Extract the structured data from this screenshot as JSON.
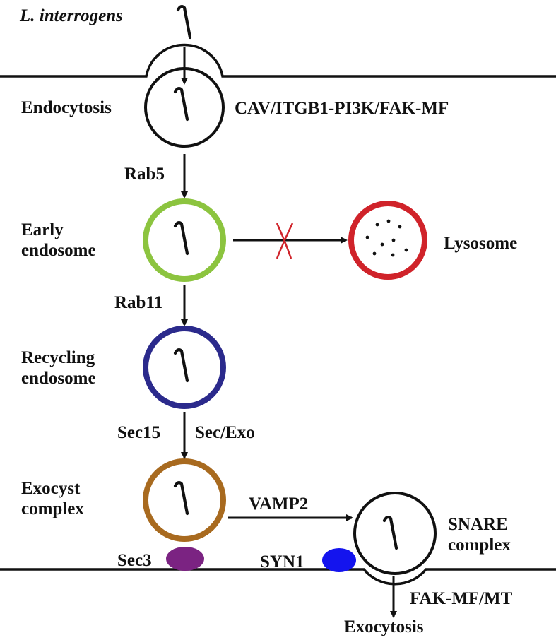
{
  "pathogen": "L. interrogens",
  "steps": {
    "endocytosis": "Endocytosis",
    "endocytosis_pathway": "CAV/ITGB1-PI3K/FAK-MF",
    "rab5": "Rab5",
    "early_endosome_line1": "Early",
    "early_endosome_line2": "endosome",
    "lysosome": "Lysosome",
    "rab11": "Rab11",
    "recycling_endosome_line1": "Recycling",
    "recycling_endosome_line2": "endosome",
    "sec15": "Sec15",
    "sec_exo": "Sec/Exo",
    "exocyst_line1": "Exocyst",
    "exocyst_line2": "complex",
    "vamp2": "VAMP2",
    "snare_line1": "SNARE",
    "snare_line2": "complex",
    "sec3": "Sec3",
    "syn1": "SYN1",
    "exocytosis_pathway": "FAK-MF/MT",
    "exocytosis": "Exocytosis"
  },
  "colors": {
    "early_endosome": "#8cc43f",
    "lysosome": "#d0232a",
    "recycling_endosome": "#2b2a8c",
    "exocyst": "#a86a1f",
    "sec3": "#7b2382",
    "syn1": "#1414ee",
    "block_mark": "#d0232a",
    "line": "#111111"
  },
  "icons": [
    "bacterium-icon",
    "inhibition-cross-icon",
    "lysosome-dots-icon"
  ]
}
